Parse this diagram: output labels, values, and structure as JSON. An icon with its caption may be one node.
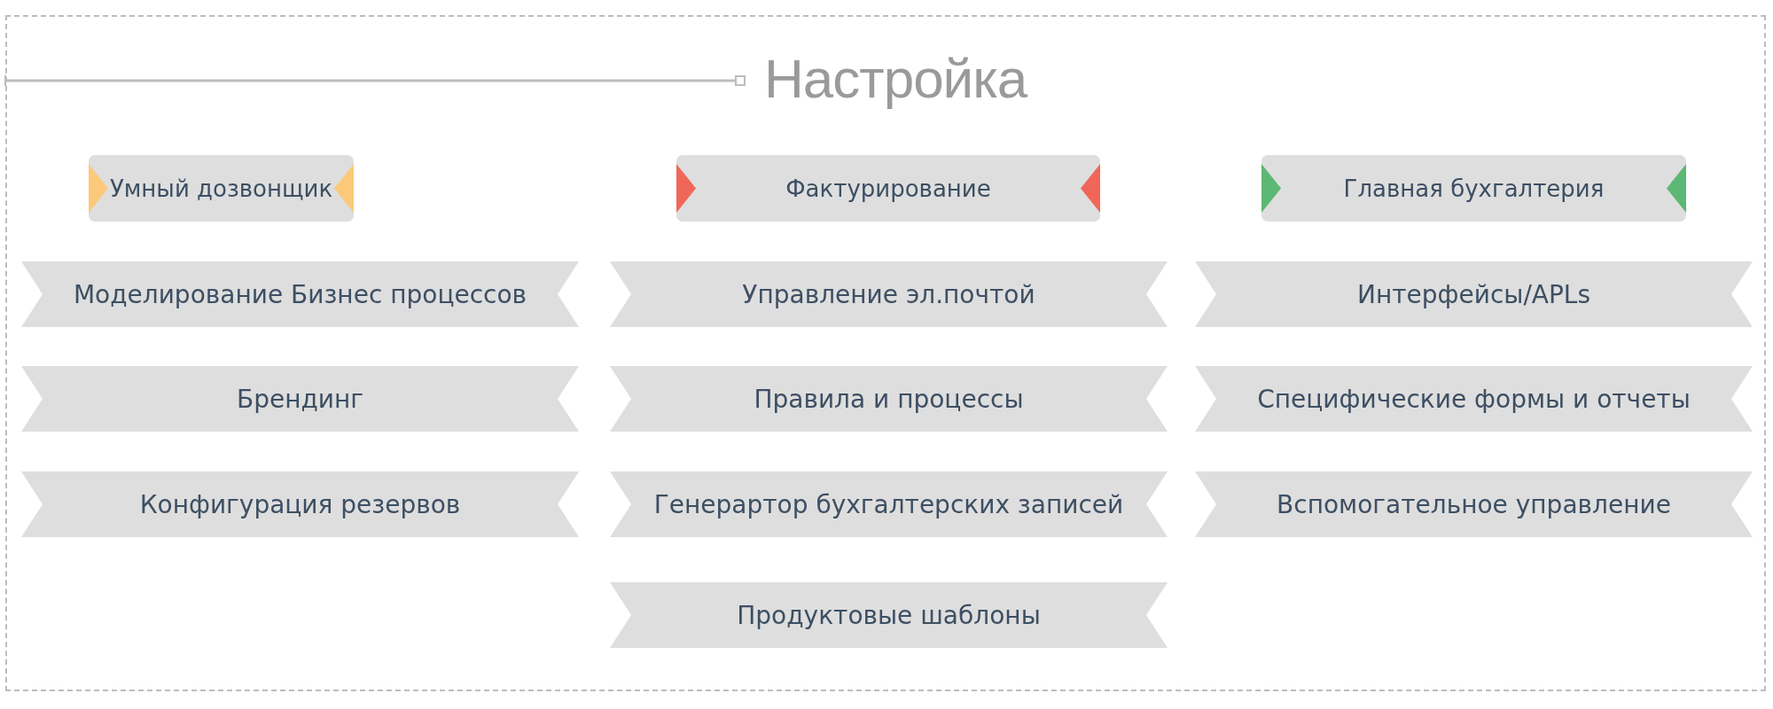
{
  "diagram": {
    "title": "Настройка",
    "nodes": [
      {
        "text": [
          "Умный дозвонщик"
        ]
      },
      {
        "text": [
          "Фактурирование"
        ]
      },
      {
        "text": [
          "Главная бухгалтерия"
        ]
      },
      {
        "text": [
          "Моделирование Бизнес процессов"
        ]
      },
      {
        "text": [
          "Управление эл.почтой"
        ]
      },
      {
        "text": [
          "Интерфейсы/APLs"
        ]
      },
      {
        "text": [
          "Брендинг"
        ]
      },
      {
        "text": [
          "Правила и процессы"
        ]
      },
      {
        "text": [
          "Специфические формы и отчеты"
        ]
      },
      {
        "text": [
          "Конфигурация резервов"
        ]
      },
      {
        "text": [
          "Генерартор бухгалтерских записей"
        ]
      },
      {
        "text": [
          "Вспомогательное управление"
        ]
      },
      {
        "text": [
          "Продуктовые шаблоны"
        ]
      }
    ]
  }
}
